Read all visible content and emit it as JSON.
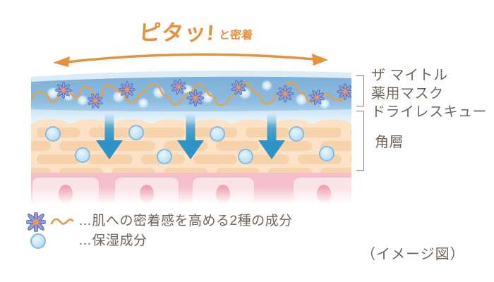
{
  "header": {
    "title": "ピタッ!",
    "subtitle": "と密着"
  },
  "diagram": {
    "product_label_line1": "ザ マイトル",
    "product_label_line2": "薬用マスク",
    "product_label_line3": "ドライレスキュー",
    "skin_label": "角層",
    "icons": {
      "fit_arrow": "double-headed-arrow-icon",
      "adhesion_star": "star-icon",
      "adhesion_polymer": "squiggle-icon",
      "moisture": "moisture-dot-icon",
      "penetration": "down-arrow-icon"
    }
  },
  "legend": {
    "rows": [
      {
        "icons": [
          "star-icon",
          "squiggle-icon"
        ],
        "text": "…肌への密着感を高める2種の成分"
      },
      {
        "icons": [
          "moisture-dot-icon"
        ],
        "text": "…保湿成分"
      }
    ]
  },
  "footer": {
    "note": "（イメージ図）"
  },
  "colors": {
    "accent_orange": "#E8913B",
    "squiggle_orange": "#E0A253",
    "mask_blue": "#7EB1D8",
    "mask_pale_blue": "#DCEBF8",
    "star_blue": "#5565B2",
    "star_center_orange": "#E8986D",
    "moisture_blue": "#AFD7F0",
    "arrow_blue": "#2E93C6",
    "stratum_peach": "#FCE3C7",
    "brick_peach": "#F7D2AB",
    "dermis_pink": "#F3BFCA",
    "cell_pink": "#FAE3E7",
    "nucleus_pink": "#EFA3B1",
    "text": "#6F665C",
    "bracket": "#8A8178"
  }
}
